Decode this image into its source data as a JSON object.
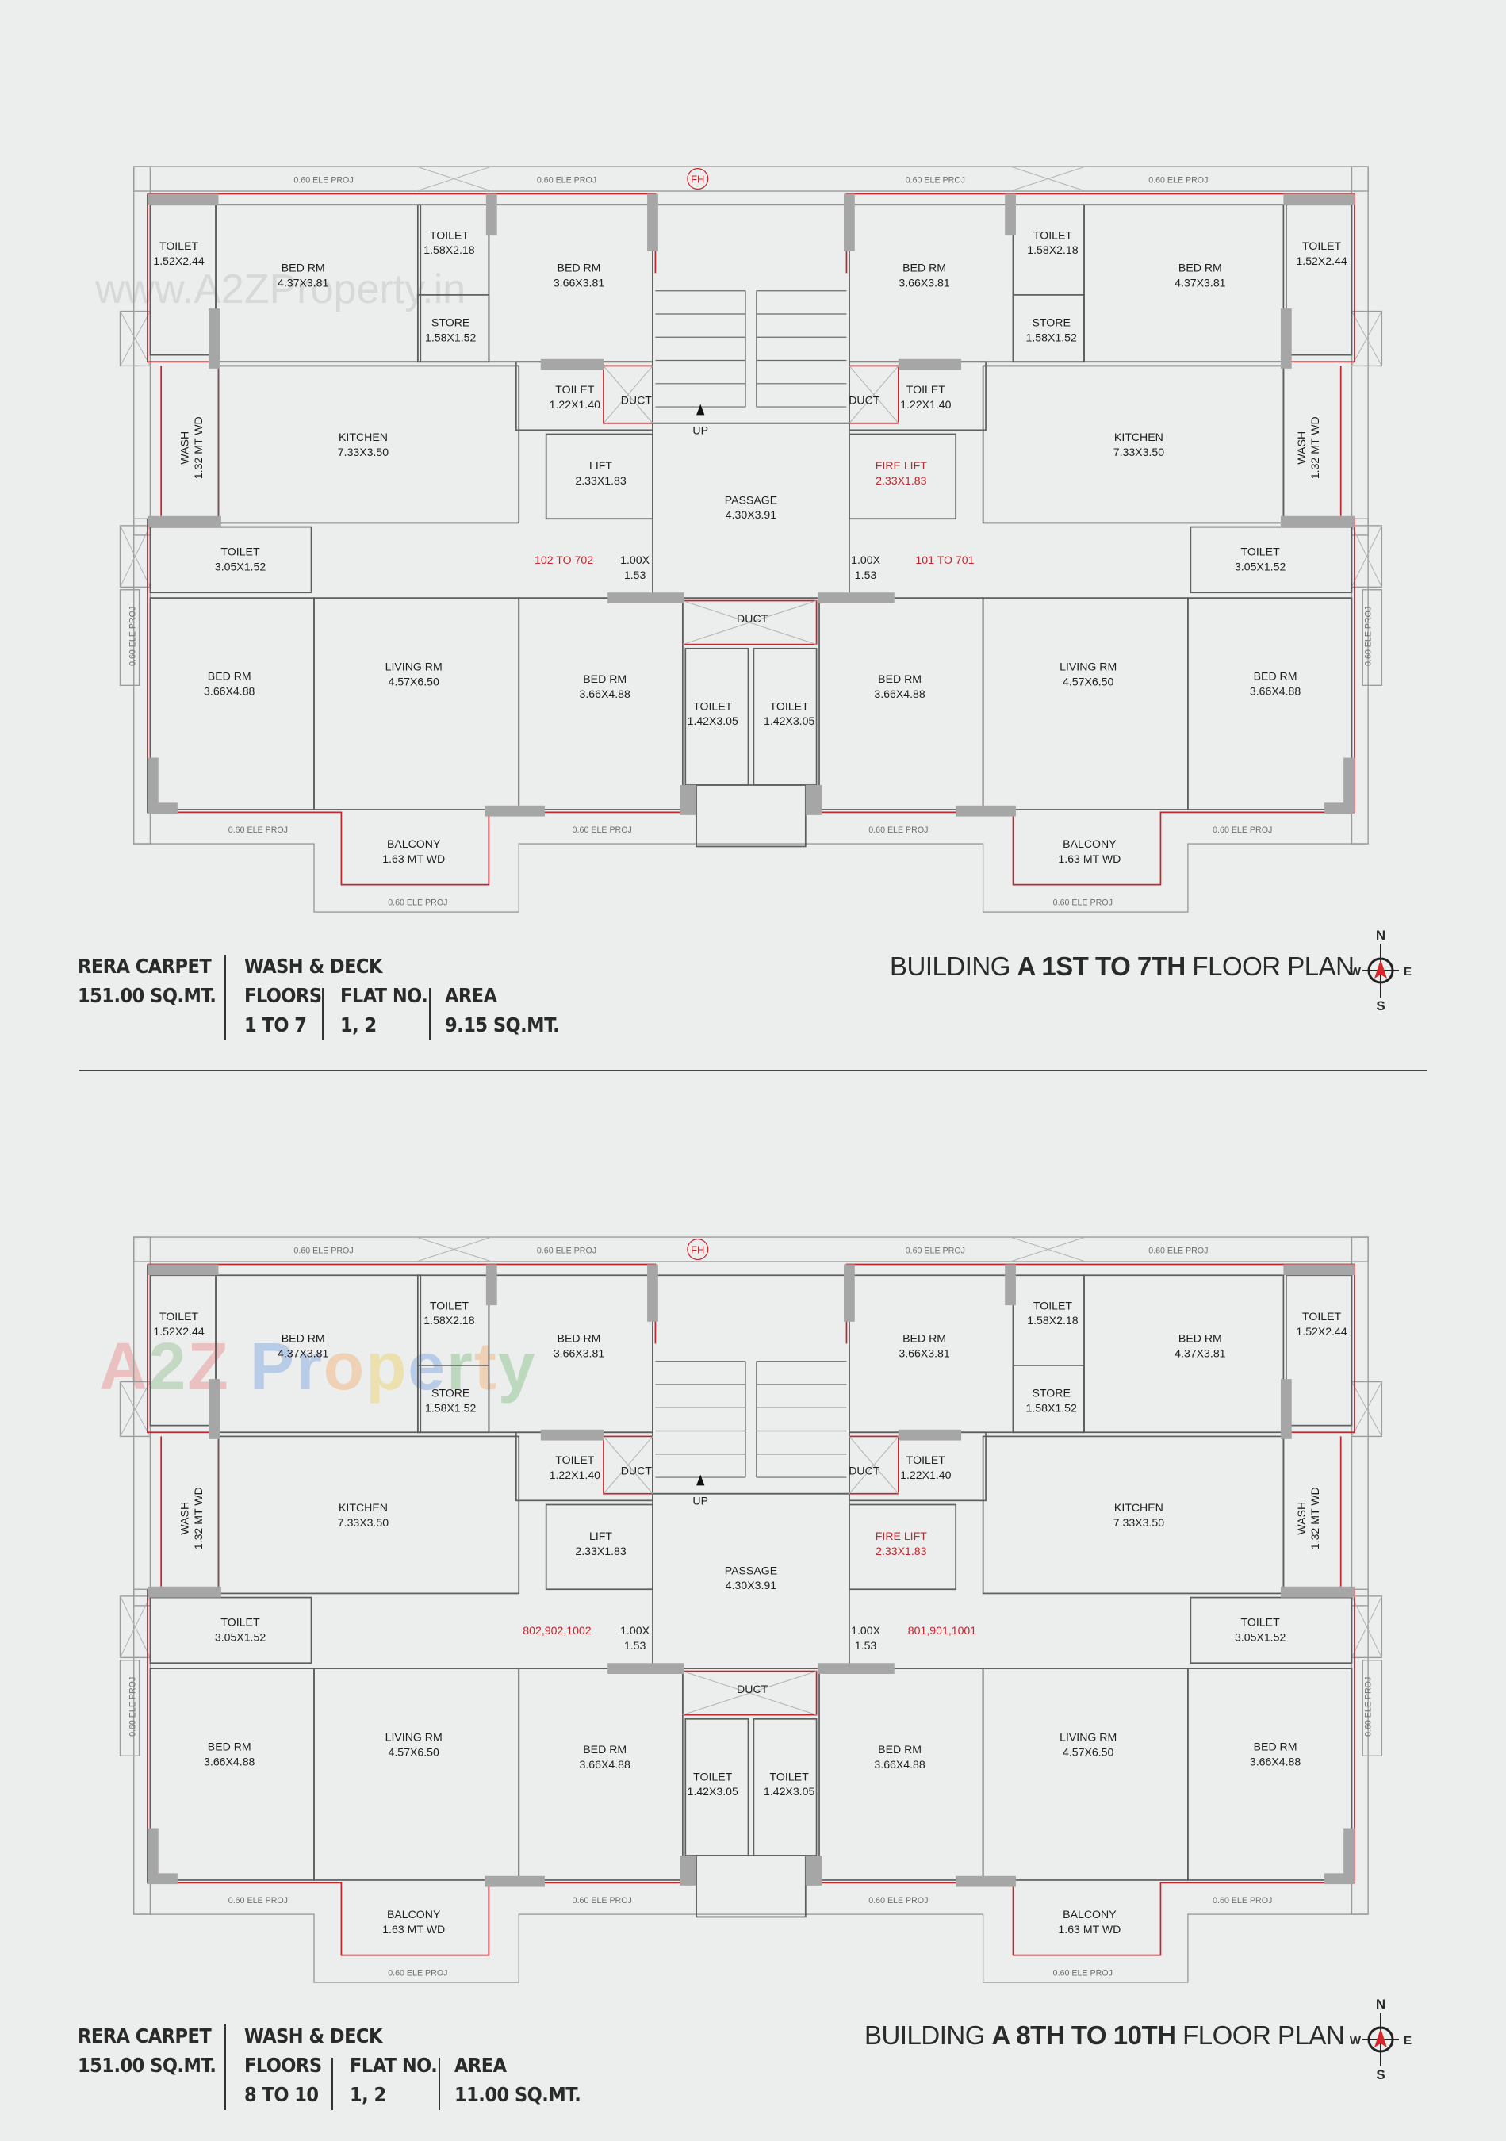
{
  "watermarks": {
    "top": "www.A2ZProperty.in",
    "bottom_letters": [
      "A",
      "2",
      "Z",
      " ",
      "P",
      "r",
      "o",
      "p",
      "e",
      "r",
      "t",
      "y"
    ]
  },
  "colors": {
    "background": "#eceded",
    "wall": "#5e5e5e",
    "column": "#a6a6a6",
    "flat_outline": "#c1272d",
    "label_red": "#c1272d",
    "text": "#1e1e1e"
  },
  "plans": [
    {
      "title": {
        "prefix": "BUILDING ",
        "bold": "A 1ST TO 7TH",
        "suffix": " FLOOR PLAN"
      },
      "flat_labels": {
        "left": "102 TO 702",
        "right": "101 TO 701"
      },
      "fh_label": "FH",
      "up_label": "UP",
      "info": {
        "rera_label": "RERA CARPET",
        "rera_value": "151.00 SQ.MT.",
        "wash_deck_label": "WASH & DECK",
        "floors_label": "FLOORS",
        "floors_value": "1 TO 7",
        "flat_no_label": "FLAT NO.",
        "flat_no_value": "1, 2",
        "area_label": "AREA",
        "area_value": "9.15 SQ.MT."
      },
      "compass": {
        "n": "N",
        "s": "S",
        "e": "E",
        "w": "W"
      }
    },
    {
      "title": {
        "prefix": "BUILDING ",
        "bold": "A 8TH TO 10TH",
        "suffix": " FLOOR PLAN"
      },
      "flat_labels": {
        "left": "802,902,1002",
        "right": "801,901,1001"
      },
      "fh_label": "FH",
      "up_label": "UP",
      "info": {
        "rera_label": "RERA CARPET",
        "rera_value": "151.00 SQ.MT.",
        "wash_deck_label": "WASH & DECK",
        "floors_label": "FLOORS",
        "floors_value": "8 TO 10",
        "flat_no_label": "FLAT NO.",
        "flat_no_value": "1, 2",
        "area_label": "AREA",
        "area_value": "11.00 SQ.MT."
      },
      "compass": {
        "n": "N",
        "s": "S",
        "e": "E",
        "w": "W"
      }
    }
  ],
  "rooms": {
    "toilet_corner": {
      "name": "TOILET",
      "size": "1.52X2.44"
    },
    "bed_master": {
      "name": "BED RM",
      "size": "4.37X3.81"
    },
    "toilet_upper": {
      "name": "TOILET",
      "size": "1.58X2.18"
    },
    "store": {
      "name": "STORE",
      "size": "1.58X1.52"
    },
    "bed_upper": {
      "name": "BED RM",
      "size": "3.66X3.81"
    },
    "toilet_small": {
      "name": "TOILET",
      "size": "1.22X1.40"
    },
    "duct": {
      "name": "DUCT"
    },
    "wash": {
      "name": "WASH",
      "size": "1.32 MT WD"
    },
    "kitchen": {
      "name": "KITCHEN",
      "size": "7.33X3.50"
    },
    "lift": {
      "name": "LIFT",
      "size": "2.33X1.83"
    },
    "fire_lift": {
      "name": "FIRE LIFT",
      "size": "2.33X1.83"
    },
    "passage": {
      "name": "PASSAGE",
      "size": "4.30X3.91"
    },
    "lobby_nook": {
      "name": "1.00X",
      "size": "1.53"
    },
    "toilet_mid": {
      "name": "TOILET",
      "size": "3.05X1.52"
    },
    "bed_outer": {
      "name": "BED RM",
      "size": "3.66X4.88"
    },
    "living": {
      "name": "LIVING RM",
      "size": "4.57X6.50"
    },
    "bed_inner": {
      "name": "BED RM",
      "size": "3.66X4.88"
    },
    "toilet_center": {
      "name": "TOILET",
      "size": "1.42X3.05"
    },
    "balcony": {
      "name": "BALCONY",
      "size": "1.63 MT WD"
    },
    "ele_proj": "0.60 ELE  PROJ"
  }
}
